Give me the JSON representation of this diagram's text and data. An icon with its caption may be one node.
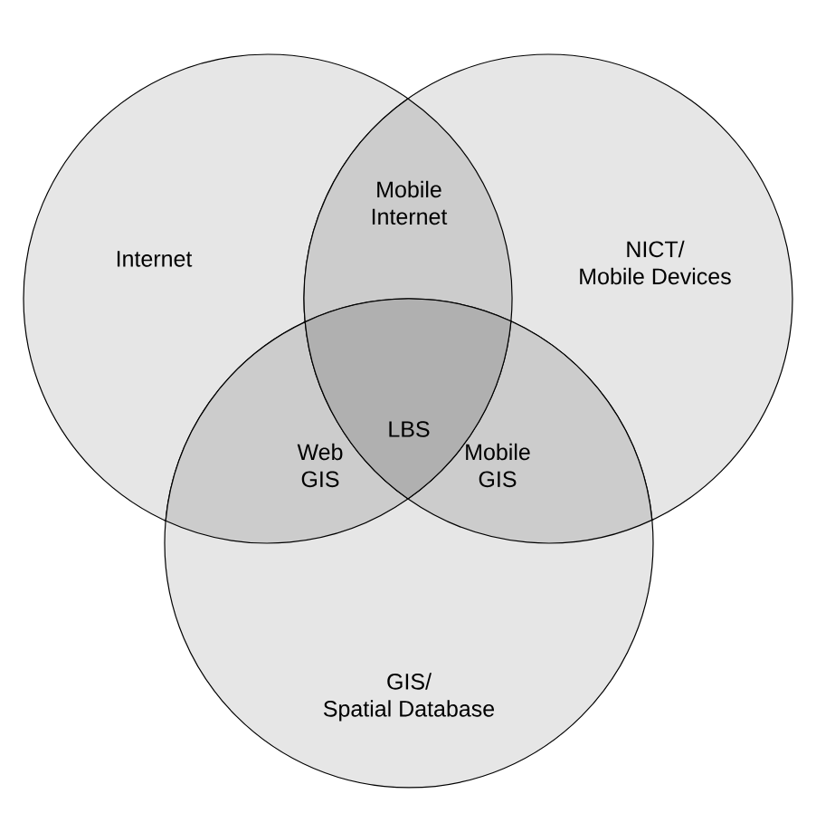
{
  "diagram": {
    "nodes": [
      {
        "text": [
          "Internet"
        ]
      },
      {
        "text": [
          "NICT/ Mobile Devices"
        ]
      },
      {
        "text": [
          "GIS/ Spatial Database"
        ]
      },
      {
        "text": [
          "Mobile Internet"
        ]
      },
      {
        "text": [
          "Web GIS"
        ]
      },
      {
        "text": [
          "LBS"
        ]
      },
      {
        "text": [
          "Mobile GIS"
        ]
      }
    ]
  }
}
